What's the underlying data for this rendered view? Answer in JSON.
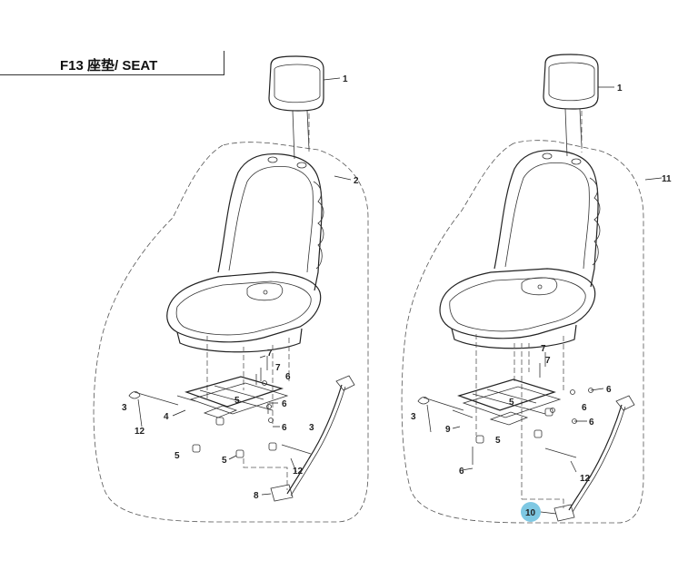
{
  "header": {
    "title": "F13 座垫/ SEAT"
  },
  "callouts": {
    "left": [
      "1",
      "2",
      "7",
      "7",
      "6",
      "3",
      "12",
      "4",
      "5",
      "6",
      "6",
      "3",
      "5",
      "5",
      "12",
      "8"
    ],
    "right": [
      "1",
      "11",
      "7",
      "7",
      "6",
      "3",
      "9",
      "5",
      "6",
      "6",
      "5",
      "12",
      "6",
      "10"
    ]
  },
  "highlight_color": "#7ec8e3"
}
